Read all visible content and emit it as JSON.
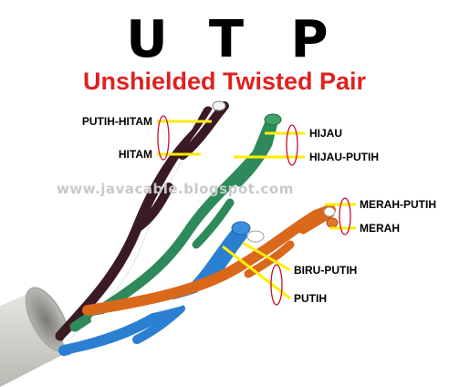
{
  "title": {
    "letters": [
      "U",
      "T",
      "P"
    ],
    "subtitle": "Unshielded Twisted Pair",
    "subtitle_color": "#e02020"
  },
  "watermark": "www.javacable.blogspot.com",
  "pairs": [
    {
      "id": "brown",
      "labels": [
        "PUTIH-HITAM",
        "HITAM"
      ],
      "colors": [
        "#ffffff",
        "#3a1a24"
      ]
    },
    {
      "id": "green",
      "labels": [
        "HIJAU",
        "HIJAU-PUTIH"
      ],
      "colors": [
        "#2e8a5a",
        "#ffffff"
      ]
    },
    {
      "id": "orange",
      "labels": [
        "MERAH-PUTIH",
        "MERAH"
      ],
      "colors": [
        "#ffffff",
        "#d9681a"
      ]
    },
    {
      "id": "blue",
      "labels": [
        "BIRU-PUTIH",
        "PUTIH"
      ],
      "colors": [
        "#2a7fd0",
        "#ffffff"
      ]
    }
  ],
  "colors": {
    "leader_line": "#ffee00",
    "bracket": "#c8102e",
    "jacket": "#d8d8d2"
  }
}
